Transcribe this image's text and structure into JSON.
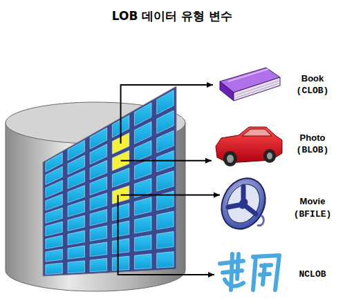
{
  "diagram": {
    "title": "LOB 데이터 유형 변수",
    "labels": [
      "Book",
      "(CLOB)",
      "Photo",
      "(BLOB)",
      "Movie",
      "(BFILE)",
      "NCLOB"
    ]
  }
}
